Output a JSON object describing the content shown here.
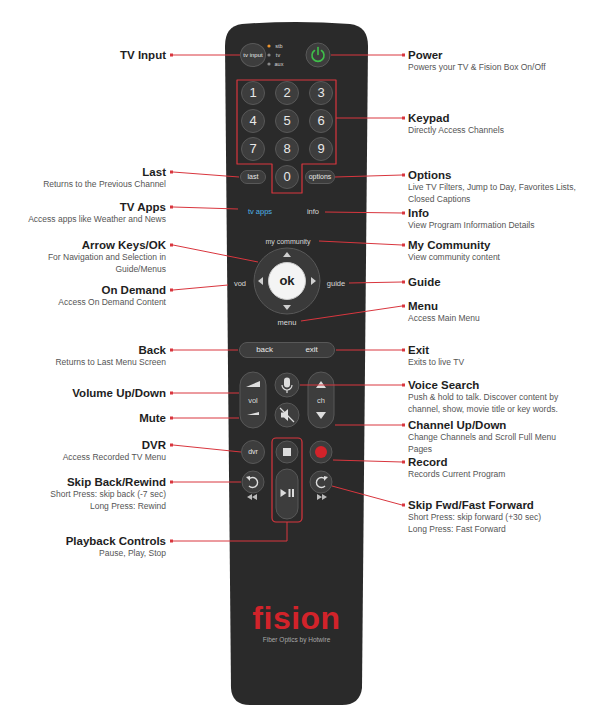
{
  "diagram": {
    "nodes": [
      {
        "text": [
          "fision",
          "Fiber Optics by Hotwire"
        ]
      },
      {
        "text": [
          "tv input"
        ],
        "in": 0
      },
      {
        "text": [
          "1"
        ],
        "in": 0
      },
      {
        "text": [
          "2"
        ],
        "in": 0
      },
      {
        "text": [
          "3"
        ],
        "in": 0
      },
      {
        "text": [
          "4"
        ],
        "in": 0
      },
      {
        "text": [
          "5"
        ],
        "in": 0
      },
      {
        "text": [
          "6"
        ],
        "in": 0
      },
      {
        "text": [
          "7"
        ],
        "in": 0
      },
      {
        "text": [
          "8"
        ],
        "in": 0
      },
      {
        "text": [
          "9"
        ],
        "in": 0
      },
      {
        "text": [
          "last"
        ],
        "in": 0
      },
      {
        "text": [
          "0"
        ],
        "in": 0
      },
      {
        "text": [
          "options"
        ],
        "in": 0
      },
      {
        "text": [
          "ok"
        ],
        "in": 0
      },
      {
        "text": [
          "back",
          "exit"
        ],
        "in": 0
      },
      {
        "text": [
          "dvr"
        ],
        "in": 0
      }
    ],
    "labels": [
      "TV Input",
      "stb",
      "tv",
      "aux",
      "Power",
      "Powers your TV & Fision Box On/Off",
      "Keypad",
      "Directly Access Channels",
      "Last",
      "Returns to the Previous Channel",
      "Options",
      "Live TV Filters, Jump to Day, Favorites Lists, Closed Captions",
      "TV Apps",
      "Access apps like Weather and News",
      "tv apps",
      "info",
      "Info",
      "View Program Information Details",
      "my community",
      "Arrow Keys/OK",
      "For Navigation and Selection in Guide/Menus",
      "My Community",
      "View community content",
      "vod",
      "guide",
      "Guide",
      "On Demand",
      "Access On Demand Content",
      "menu",
      "Menu",
      "Access Main Menu",
      "Back",
      "Returns to Last Menu Screen",
      "Exit",
      "Exits to live TV",
      "Voice Search",
      "Push & hold to talk. Discover content by channel, show, movie title or key words.",
      "vol",
      "ch",
      "Volume Up/Down",
      "Mute",
      "Channel Up/Down",
      "Change Channels and Scroll Full Menu Pages",
      "DVR",
      "Access Recorded TV Menu",
      "Record",
      "Records Current Program",
      "Skip Back/Rewind",
      "Short Press: skip back (-7 sec)",
      "Long Press: Rewind",
      "Skip Fwd/Fast Forward",
      "Short Press: skip forward (+30 sec)",
      "Long Press: Fast Forward",
      "Playback Controls",
      "Pause, Play, Stop"
    ]
  }
}
